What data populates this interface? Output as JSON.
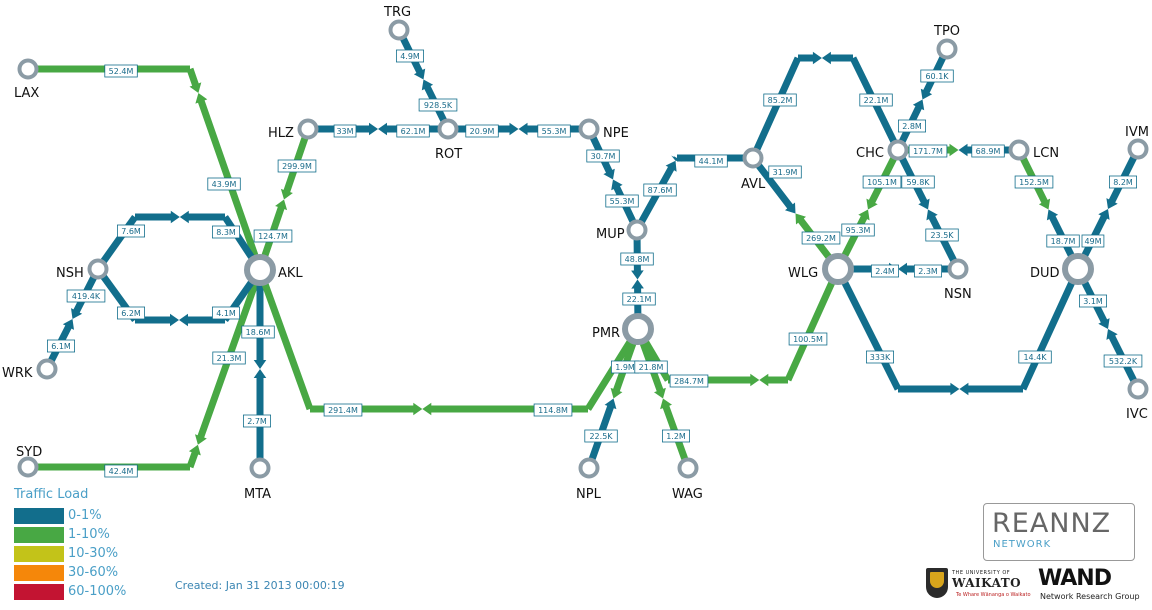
{
  "colors": {
    "low": "#126e8c",
    "medium": "#48a844",
    "high": "#c3c319",
    "higher": "#f5870a",
    "max": "#c31432",
    "node_ring": "#8b9ba5",
    "accent": "#4a9fc7"
  },
  "nodes": [
    {
      "id": "LAX",
      "label": "LAX"
    },
    {
      "id": "SYD",
      "label": "SYD"
    },
    {
      "id": "WRK",
      "label": "WRK"
    },
    {
      "id": "NSH",
      "label": "NSH"
    },
    {
      "id": "AKL",
      "label": "AKL"
    },
    {
      "id": "MTA",
      "label": "MTA"
    },
    {
      "id": "HLZ",
      "label": "HLZ"
    },
    {
      "id": "TRG",
      "label": "TRG"
    },
    {
      "id": "ROT",
      "label": "ROT"
    },
    {
      "id": "NPE",
      "label": "NPE"
    },
    {
      "id": "MUP",
      "label": "MUP"
    },
    {
      "id": "PMR",
      "label": "PMR"
    },
    {
      "id": "NPL",
      "label": "NPL"
    },
    {
      "id": "WAG",
      "label": "WAG"
    },
    {
      "id": "AVL",
      "label": "AVL"
    },
    {
      "id": "WLG",
      "label": "WLG"
    },
    {
      "id": "NSN",
      "label": "NSN"
    },
    {
      "id": "CHC",
      "label": "CHC"
    },
    {
      "id": "TPO",
      "label": "TPO"
    },
    {
      "id": "LCN",
      "label": "LCN"
    },
    {
      "id": "DUD",
      "label": "DUD"
    },
    {
      "id": "IVM",
      "label": "IVM"
    },
    {
      "id": "IVC",
      "label": "IVC"
    }
  ],
  "links": [
    {
      "id": "lax-akl",
      "from": "LAX",
      "to": "AKL",
      "rate_out": "52.4M",
      "rate_in": "43.9M",
      "load_out": "medium",
      "load_in": "medium"
    },
    {
      "id": "syd-akl",
      "from": "SYD",
      "to": "AKL",
      "rate_out": "42.4M",
      "rate_in": "21.3M",
      "load_out": "medium",
      "load_in": "medium"
    },
    {
      "id": "nsh-akl-top",
      "from": "NSH",
      "to": "AKL",
      "rate_out": "7.6M",
      "rate_in": "8.3M",
      "load_out": "low",
      "load_in": "low"
    },
    {
      "id": "nsh-akl-bot",
      "from": "NSH",
      "to": "AKL",
      "rate_out": "6.2M",
      "rate_in": "4.1M",
      "load_out": "low",
      "load_in": "low"
    },
    {
      "id": "wrk-nsh",
      "from": "WRK",
      "to": "NSH",
      "rate_out": "6.1M",
      "rate_in": "419.4K",
      "load_out": "low",
      "load_in": "low"
    },
    {
      "id": "akl-mta",
      "from": "AKL",
      "to": "MTA",
      "rate_out": "18.6M",
      "rate_in": "2.7M",
      "load_out": "low",
      "load_in": "low"
    },
    {
      "id": "akl-hlz",
      "from": "AKL",
      "to": "HLZ",
      "rate_out": "124.7M",
      "rate_in": "299.9M",
      "load_out": "medium",
      "load_in": "medium"
    },
    {
      "id": "hlz-rot",
      "from": "HLZ",
      "to": "ROT",
      "rate_out": "33M",
      "rate_in": "62.1M",
      "load_out": "low",
      "load_in": "low"
    },
    {
      "id": "trg-rot",
      "from": "TRG",
      "to": "ROT",
      "rate_out": "4.9M",
      "rate_in": "928.5K",
      "load_out": "low",
      "load_in": "low"
    },
    {
      "id": "rot-npe",
      "from": "ROT",
      "to": "NPE",
      "rate_out": "20.9M",
      "rate_in": "55.3M",
      "load_out": "low",
      "load_in": "low"
    },
    {
      "id": "npe-mup",
      "from": "NPE",
      "to": "MUP",
      "rate_out": "30.7M",
      "rate_in": "55.3M",
      "load_out": "low",
      "load_in": "low"
    },
    {
      "id": "akl-pmr",
      "from": "AKL",
      "to": "PMR",
      "rate_out": "291.4M",
      "rate_in": "114.8M",
      "load_out": "medium",
      "load_in": "medium"
    },
    {
      "id": "mup-avl",
      "from": "MUP",
      "to": "AVL",
      "rate_out": "87.6M",
      "rate_in": "44.1M",
      "load_out": "low",
      "load_in": "low"
    },
    {
      "id": "mup-pmr",
      "from": "MUP",
      "to": "PMR",
      "rate_out": "48.8M",
      "rate_in": "22.1M",
      "load_out": "low",
      "load_in": "low"
    },
    {
      "id": "pmr-npl",
      "from": "PMR",
      "to": "NPL",
      "rate_out": "1.9M",
      "rate_in": "22.5K",
      "load_out": "medium",
      "load_in": "low"
    },
    {
      "id": "pmr-wag",
      "from": "PMR",
      "to": "WAG",
      "rate_out": "21.8M",
      "rate_in": "1.2M",
      "load_out": "medium",
      "load_in": "medium"
    },
    {
      "id": "pmr-wlg",
      "from": "PMR",
      "to": "WLG",
      "rate_out": "284.7M",
      "rate_in": "100.5M",
      "load_out": "medium",
      "load_in": "medium"
    },
    {
      "id": "avl-wlg",
      "from": "AVL",
      "to": "WLG",
      "rate_out": "31.9M",
      "rate_in": "269.2M",
      "load_out": "low",
      "load_in": "medium"
    },
    {
      "id": "avl-chc",
      "from": "AVL",
      "to": "CHC",
      "rate_out": "85.2M",
      "rate_in": "22.1M",
      "load_out": "low",
      "load_in": "low"
    },
    {
      "id": "wlg-nsn",
      "from": "WLG",
      "to": "NSN",
      "rate_out": "2.4M",
      "rate_in": "2.3M",
      "load_out": "low",
      "load_in": "low"
    },
    {
      "id": "wlg-chc",
      "from": "WLG",
      "to": "CHC",
      "rate_out": "95.3M",
      "rate_in": "105.1M",
      "load_out": "medium",
      "load_in": "medium"
    },
    {
      "id": "chc-nsn",
      "from": "CHC",
      "to": "NSN",
      "rate_out": "59.8K",
      "rate_in": "23.5K",
      "load_out": "low",
      "load_in": "low"
    },
    {
      "id": "chc-tpo",
      "from": "CHC",
      "to": "TPO",
      "rate_out": "2.8M",
      "rate_in": "60.1K",
      "load_out": "low",
      "load_in": "low"
    },
    {
      "id": "chc-lcn",
      "from": "CHC",
      "to": "LCN",
      "rate_out": "171.7M",
      "rate_in": "68.9M",
      "load_out": "medium",
      "load_in": "low"
    },
    {
      "id": "lcn-dud",
      "from": "LCN",
      "to": "DUD",
      "rate_out": "152.5M",
      "rate_in": "18.7M",
      "load_out": "medium",
      "load_in": "low"
    },
    {
      "id": "wlg-dud",
      "from": "WLG",
      "to": "DUD",
      "rate_out": "333K",
      "rate_in": "14.4K",
      "load_out": "low",
      "load_in": "low"
    },
    {
      "id": "dud-ivm",
      "from": "DUD",
      "to": "IVM",
      "rate_out": "49M",
      "rate_in": "8.2M",
      "load_out": "low",
      "load_in": "low"
    },
    {
      "id": "dud-ivc",
      "from": "DUD",
      "to": "IVC",
      "rate_out": "3.1M",
      "rate_in": "532.2K",
      "load_out": "low",
      "load_in": "low"
    }
  ],
  "legend": {
    "title": "Traffic Load",
    "items": [
      {
        "label": "0-1%",
        "color": "#126e8c"
      },
      {
        "label": "1-10%",
        "color": "#48a844"
      },
      {
        "label": "10-30%",
        "color": "#c3c319"
      },
      {
        "label": "30-60%",
        "color": "#f5870a"
      },
      {
        "label": "60-100%",
        "color": "#c31432"
      }
    ]
  },
  "created": "Created: Jan 31 2013 00:00:19",
  "logos": {
    "reannz_main": "REANNZ",
    "reannz_sub": "NETWORK",
    "waikato_small": "THE UNIVERSITY OF",
    "waikato_name": "WAIKATO",
    "waikato_motto": "Te Whare Wānanga o Waikato",
    "wand_name": "WAND",
    "wand_sub": "Network Research Group"
  }
}
